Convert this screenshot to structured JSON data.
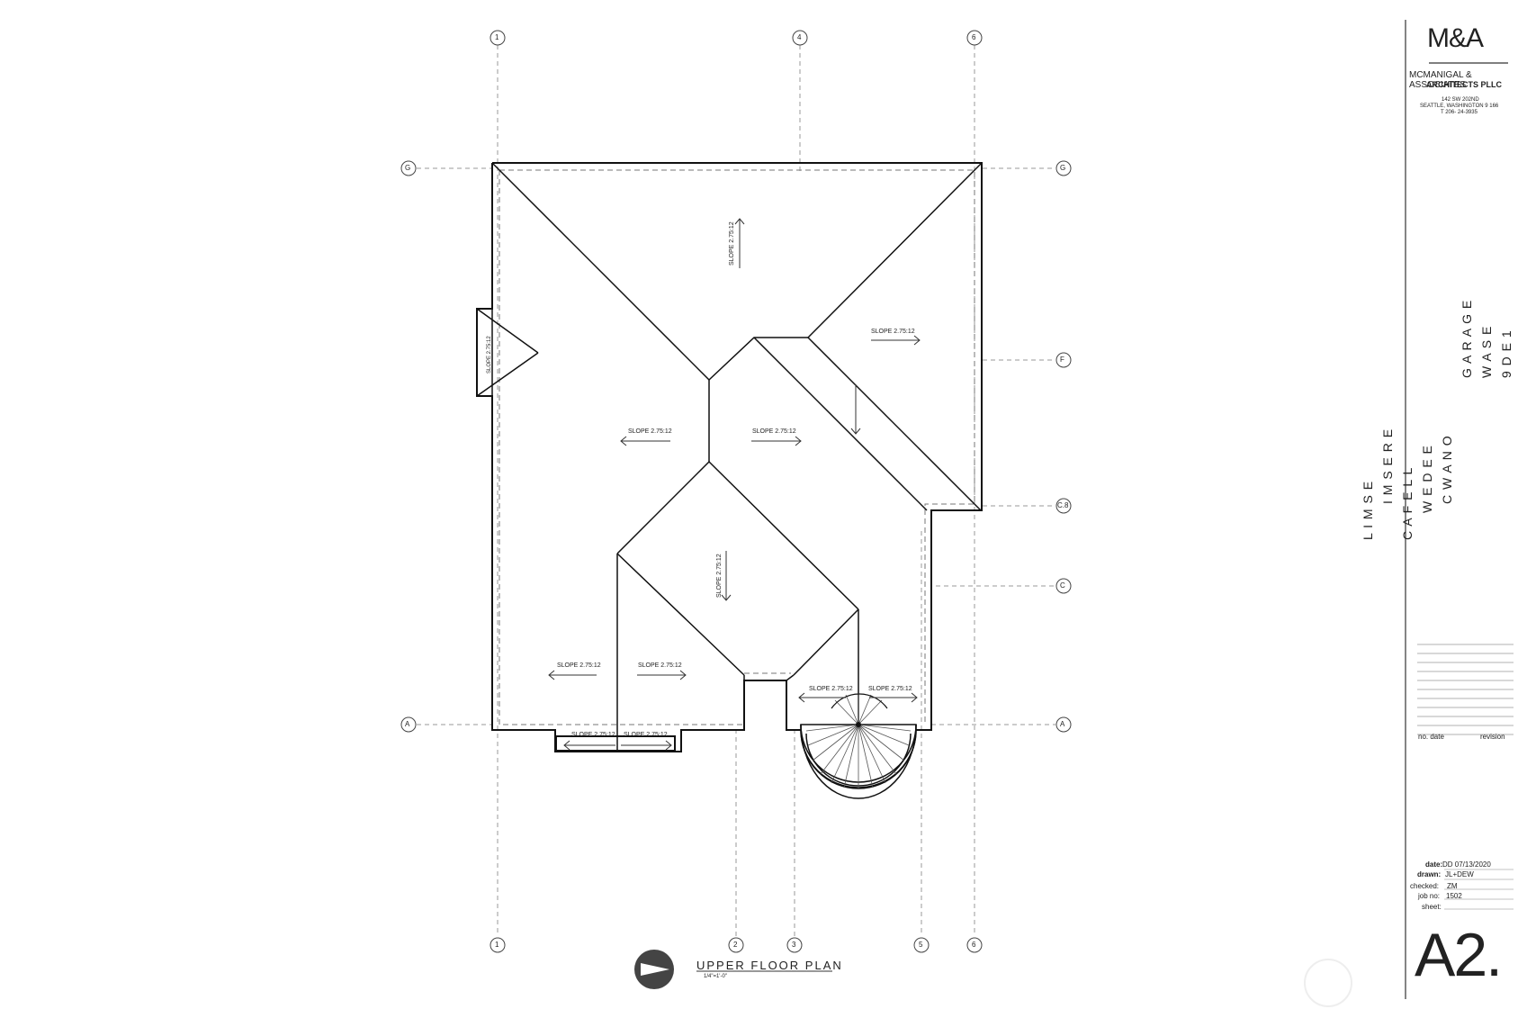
{
  "drawing": {
    "title": "UPPER FLOOR PLAN",
    "scale": "1/4\"=1'-0\"",
    "north_arrow_icon": "north-arrow-icon",
    "grid_top": [
      "1",
      "4",
      "6"
    ],
    "grid_bottom": [
      "1",
      "2",
      "3",
      "5",
      "6"
    ],
    "grid_left": [
      "G",
      "A"
    ],
    "grid_right": [
      "G",
      "F",
      "C.8",
      "C",
      "A"
    ],
    "slope_labels": [
      "SLOPE 2.75:12",
      "SLOPE 2.75:12",
      "SLOPE 2.75:12",
      "SLOPE 2.75:12",
      "SLOPE 2.75:12",
      "SLOPE 2.75:12",
      "SLOPE 2.75:12",
      "SLOPE 2.75:12",
      "SLOPE 2.75:12",
      "SLOPE 2.75:12",
      "SLOPE 2.75:12"
    ],
    "dormer_label": "SLOPE 2.75:12"
  },
  "titleblock": {
    "logo": "M&A",
    "firm_line1": "MCMANIGAL & ASSOCIATES",
    "firm_line2": "ARCHITECTS PLLC",
    "address1": "142 SW 202ND",
    "address2": "SEATTLE, WASHINGTON 9 166",
    "phone": "T 206- 24-3935",
    "project_lines": [
      "L I M S E",
      "I M S E R E",
      "C A F E L L",
      "W E D E E",
      "C W A N O",
      "G A R A G E",
      "W A S E",
      "9 D E 1"
    ],
    "revision_header_no": "no. date",
    "revision_header_rev": "revision",
    "date_label": "date:",
    "date_value": "DD 07/13/2020",
    "drawn_label": "drawn:",
    "drawn_value": "JL+DEW",
    "checked_label": "checked:",
    "checked_value": "ZM",
    "job_label": "job no:",
    "job_value": "1502",
    "sheet_label": "sheet:",
    "sheet_number": "A2."
  }
}
